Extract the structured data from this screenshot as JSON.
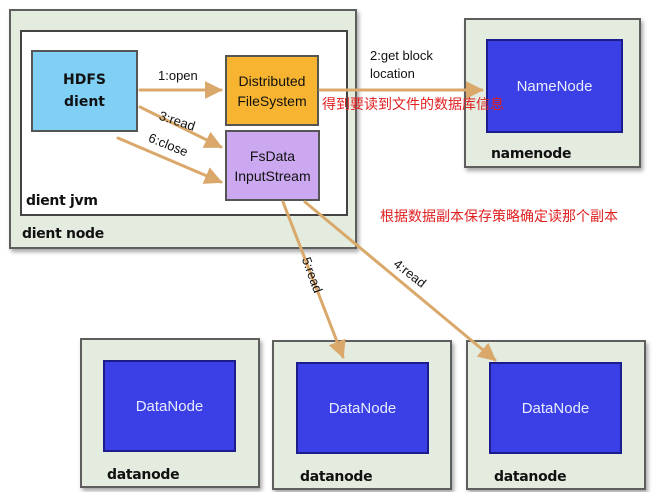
{
  "client_node": {
    "title": "dient node",
    "jvm_title": "dient jvm",
    "client_label": "HDFS\ndient",
    "dfs_label": "Distributed\nFileSystem",
    "fsdata_label": "FsData\nInputStream"
  },
  "namenode": {
    "title": "namenode",
    "label": "NameNode"
  },
  "datanodes": [
    {
      "title": "datanode",
      "label": "DataNode"
    },
    {
      "title": "datanode",
      "label": "DataNode"
    },
    {
      "title": "datanode",
      "label": "DataNode"
    }
  ],
  "edges": {
    "open": "1:open",
    "get_block": "2:get block\nlocation",
    "read3": "3:read",
    "read4": "4:read",
    "read5": "5:read",
    "close": "6:close"
  },
  "annotations": {
    "namenode_note": "得到要读到文件的数据库信息",
    "replica_note": "根据数据副本保存策略确定读那个副本"
  },
  "colors": {
    "arrow": "#d9a86a",
    "note": "#e02020"
  }
}
